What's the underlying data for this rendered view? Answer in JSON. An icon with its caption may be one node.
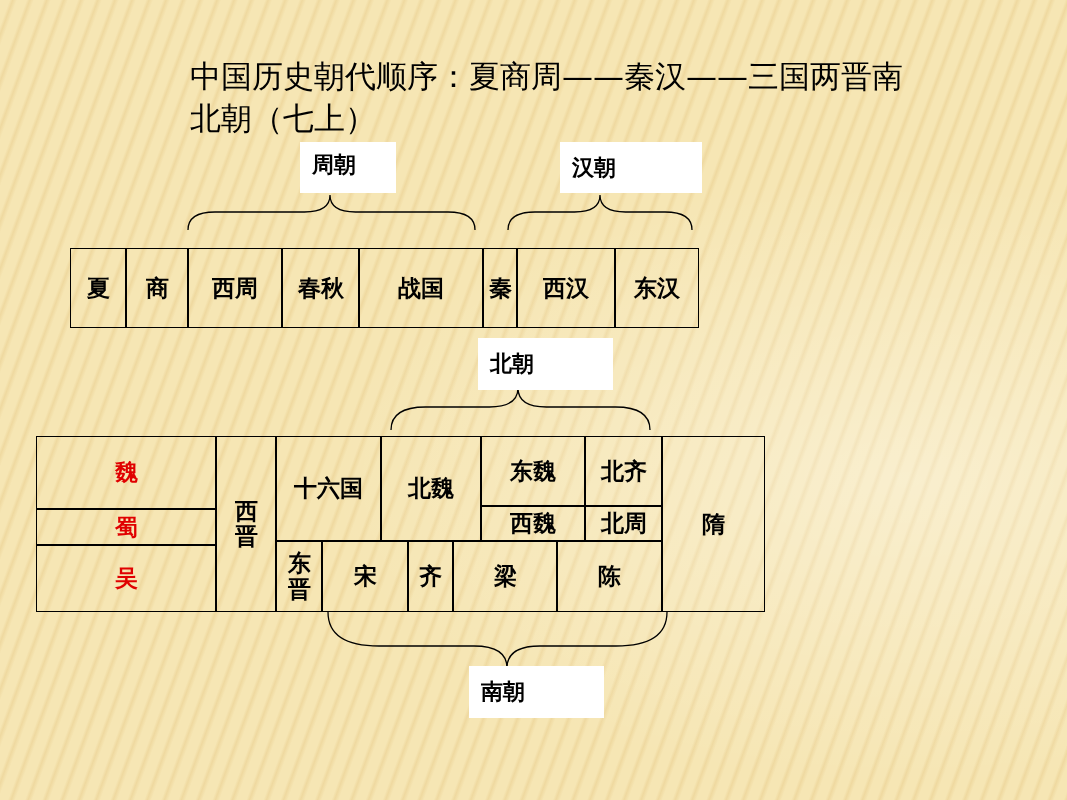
{
  "diagram": {
    "title": "中国历史朝代顺序：夏商周——秦汉——三国两晋南北朝（七上）",
    "nodes": [
      {
        "text": [
          "周朝"
        ]
      },
      {
        "text": [
          "汉朝"
        ]
      },
      {
        "text": [
          "夏"
        ]
      },
      {
        "text": [
          "商"
        ]
      },
      {
        "text": [
          "西周"
        ]
      },
      {
        "text": [
          "春秋"
        ]
      },
      {
        "text": [
          "战国"
        ]
      },
      {
        "text": [
          "秦"
        ]
      },
      {
        "text": [
          "西汉"
        ]
      },
      {
        "text": [
          "东汉"
        ]
      },
      {
        "text": [
          "北朝"
        ]
      },
      {
        "text": [
          "魏"
        ]
      },
      {
        "text": [
          "蜀"
        ]
      },
      {
        "text": [
          "吴"
        ]
      },
      {
        "text": [
          "西晋"
        ]
      },
      {
        "text": [
          "十六国"
        ]
      },
      {
        "text": [
          "北魏"
        ]
      },
      {
        "text": [
          "东魏"
        ]
      },
      {
        "text": [
          "北齐"
        ]
      },
      {
        "text": [
          "西魏"
        ]
      },
      {
        "text": [
          "北周"
        ]
      },
      {
        "text": [
          "隋"
        ]
      },
      {
        "text": [
          "东晋"
        ]
      },
      {
        "text": [
          "宋"
        ]
      },
      {
        "text": [
          "齐"
        ]
      },
      {
        "text": [
          "梁"
        ]
      },
      {
        "text": [
          "陈"
        ]
      },
      {
        "text": [
          "南朝"
        ]
      }
    ],
    "edges": []
  }
}
